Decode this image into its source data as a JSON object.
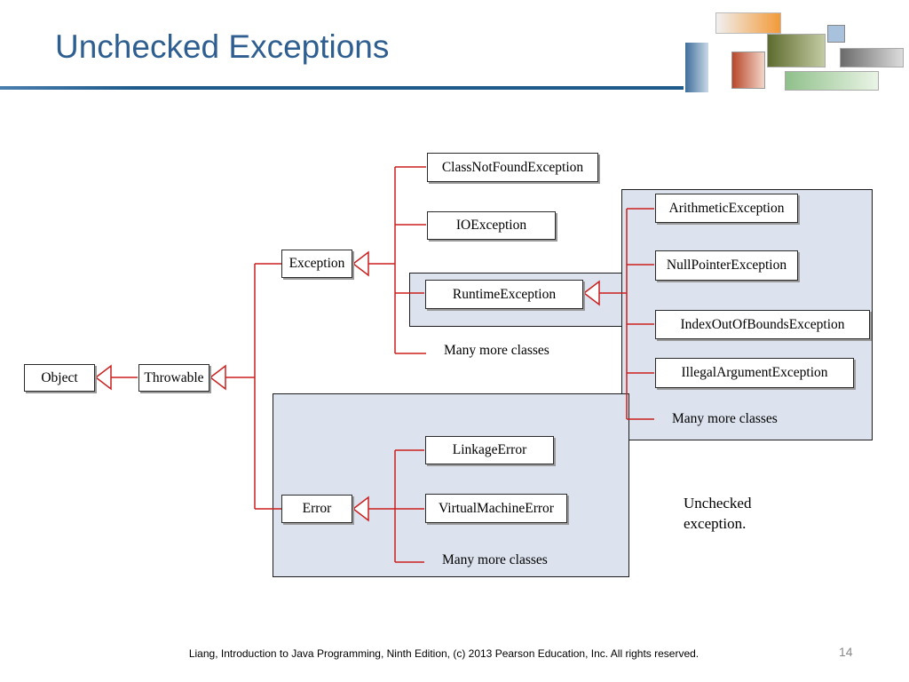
{
  "slide": {
    "title": "Unchecked Exceptions",
    "note_line1": "Unchecked",
    "note_line2": "exception.",
    "footer": "Liang, Introduction to Java Programming, Ninth Edition, (c) 2013 Pearson Education, Inc. All rights reserved.",
    "page_number": "14"
  },
  "diagram": {
    "root": "Object",
    "throwable": "Throwable",
    "exception": "Exception",
    "error": "Error",
    "exception_children": [
      "ClassNotFoundException",
      "IOException",
      "RuntimeException",
      "Many more classes"
    ],
    "runtime_children": [
      "ArithmeticException",
      "NullPointerException",
      "IndexOutOfBoundsException",
      "IllegalArgumentException",
      "Many more classes"
    ],
    "error_children": [
      "LinkageError",
      "VirtualMachineError",
      "Many more classes"
    ]
  },
  "colors": {
    "connector": "#cc1f1f",
    "title": "#2f5f90",
    "highlight_fill": "#dce3ee",
    "rule": "#1e5a8c"
  },
  "icons": {
    "inheritance_arrow": "hollow-triangle-arrow"
  }
}
